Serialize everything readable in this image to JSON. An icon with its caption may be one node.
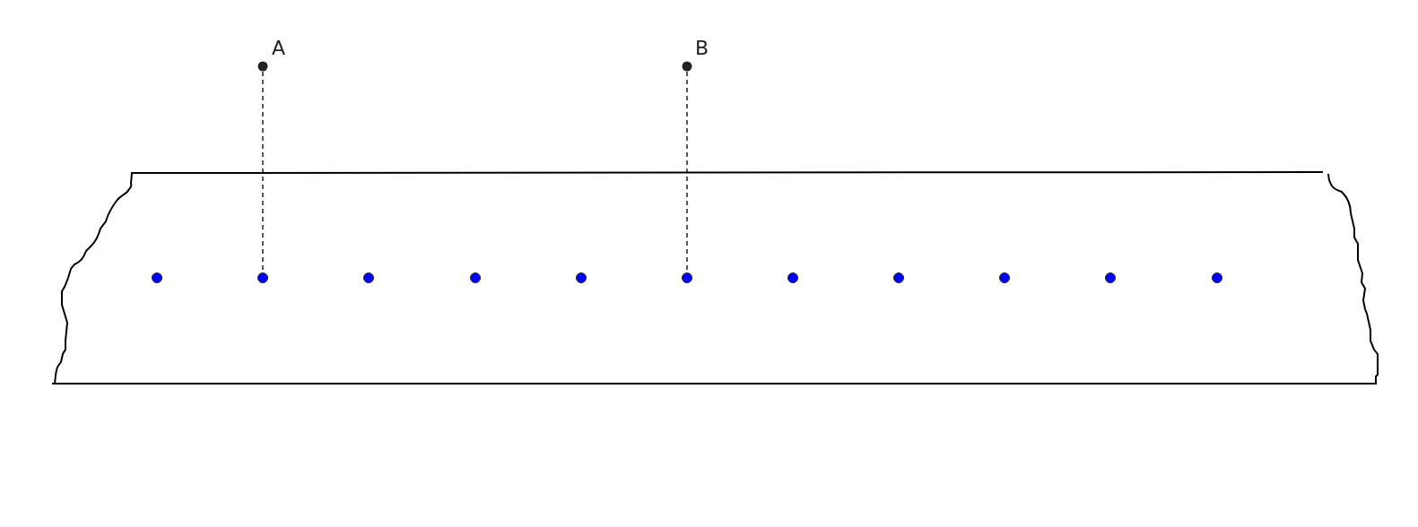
{
  "diagram": {
    "nodes": [
      {
        "text": [
          "A"
        ]
      },
      {
        "text": [
          "B"
        ]
      },
      {
        "text": [],
        "shape": "circle"
      },
      {
        "text": [],
        "shape": "circle"
      },
      {
        "text": [],
        "shape": "circle"
      },
      {
        "text": [],
        "shape": "circle"
      },
      {
        "text": [],
        "shape": "circle"
      },
      {
        "text": [],
        "shape": "circle"
      },
      {
        "text": [],
        "shape": "circle"
      },
      {
        "text": [],
        "shape": "circle"
      },
      {
        "text": [],
        "shape": "circle"
      },
      {
        "text": [],
        "shape": "circle"
      },
      {
        "text": [],
        "shape": "circle"
      }
    ],
    "edges": [
      {
        "from": 0,
        "to": 3,
        "arrow": "none",
        "style": "dashed"
      },
      {
        "from": 1,
        "to": 7,
        "arrow": "none",
        "style": "dashed"
      }
    ]
  }
}
